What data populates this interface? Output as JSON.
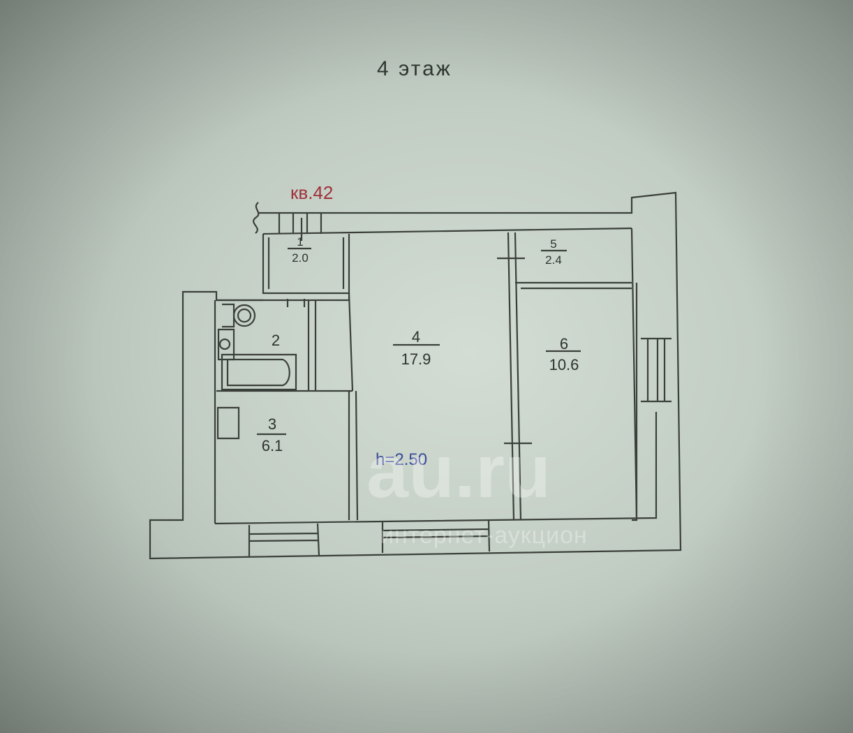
{
  "title": "4  этаж",
  "apartment_label": "кв.42",
  "ceiling_height": "h=2.50",
  "rooms": [
    {
      "number": "1",
      "area": "2.0"
    },
    {
      "number": "2",
      "area": ""
    },
    {
      "number": "3",
      "area": "6.1"
    },
    {
      "number": "4",
      "area": "17.9"
    },
    {
      "number": "5",
      "area": "2.4"
    },
    {
      "number": "6",
      "area": "10.6"
    }
  ],
  "watermark": {
    "brand": "au.ru",
    "tagline": "интернет-аукцион"
  },
  "colors": {
    "walls": "#3a3f3a",
    "apartment_label": "#a0303a",
    "height_label": "#3b4a9a"
  }
}
